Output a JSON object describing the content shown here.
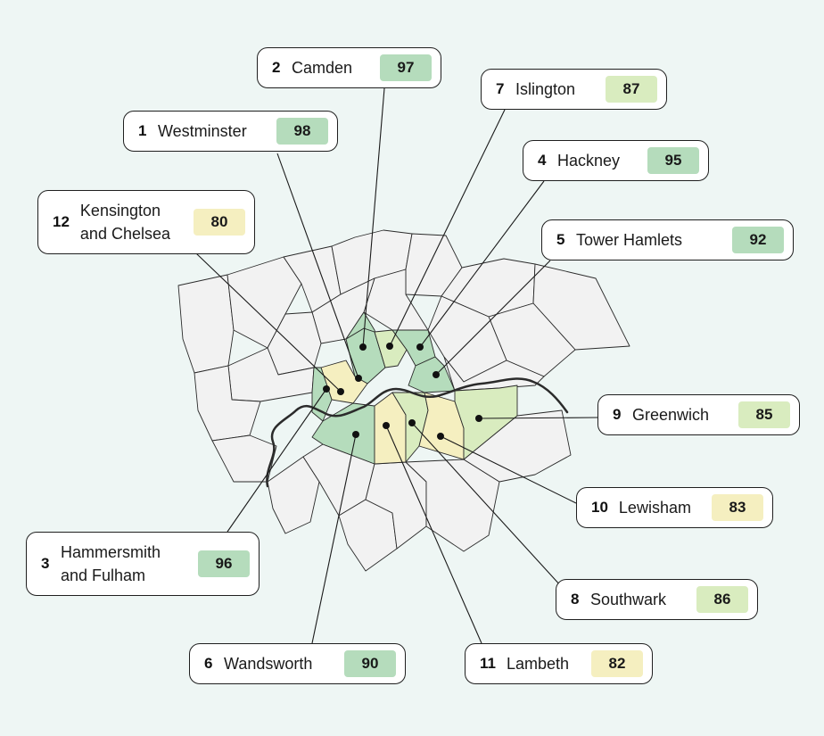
{
  "palette": {
    "background": "#eef6f4",
    "borough_default": "#f2f2f2",
    "borough_stroke": "#2a2a2a",
    "river": "#2b2b2b",
    "score_high": "#b5dcbc",
    "score_mid": "#d9ecbf",
    "score_low": "#f5efc0"
  },
  "boroughs": [
    {
      "rank": "1",
      "name": "Westminster",
      "score": "98",
      "tier": "high"
    },
    {
      "rank": "2",
      "name": "Camden",
      "score": "97",
      "tier": "high"
    },
    {
      "rank": "3",
      "name": "Hammersmith\nand Fulham",
      "score": "96",
      "tier": "high"
    },
    {
      "rank": "4",
      "name": "Hackney",
      "score": "95",
      "tier": "high"
    },
    {
      "rank": "5",
      "name": "Tower Hamlets",
      "score": "92",
      "tier": "high"
    },
    {
      "rank": "6",
      "name": "Wandsworth",
      "score": "90",
      "tier": "high"
    },
    {
      "rank": "7",
      "name": "Islington",
      "score": "87",
      "tier": "mid"
    },
    {
      "rank": "8",
      "name": "Southwark",
      "score": "86",
      "tier": "mid"
    },
    {
      "rank": "9",
      "name": "Greenwich",
      "score": "85",
      "tier": "mid"
    },
    {
      "rank": "10",
      "name": "Lewisham",
      "score": "83",
      "tier": "low"
    },
    {
      "rank": "11",
      "name": "Lambeth",
      "score": "82",
      "tier": "low"
    },
    {
      "rank": "12",
      "name": "Kensington\nand Chelsea",
      "score": "80",
      "tier": "low"
    }
  ]
}
